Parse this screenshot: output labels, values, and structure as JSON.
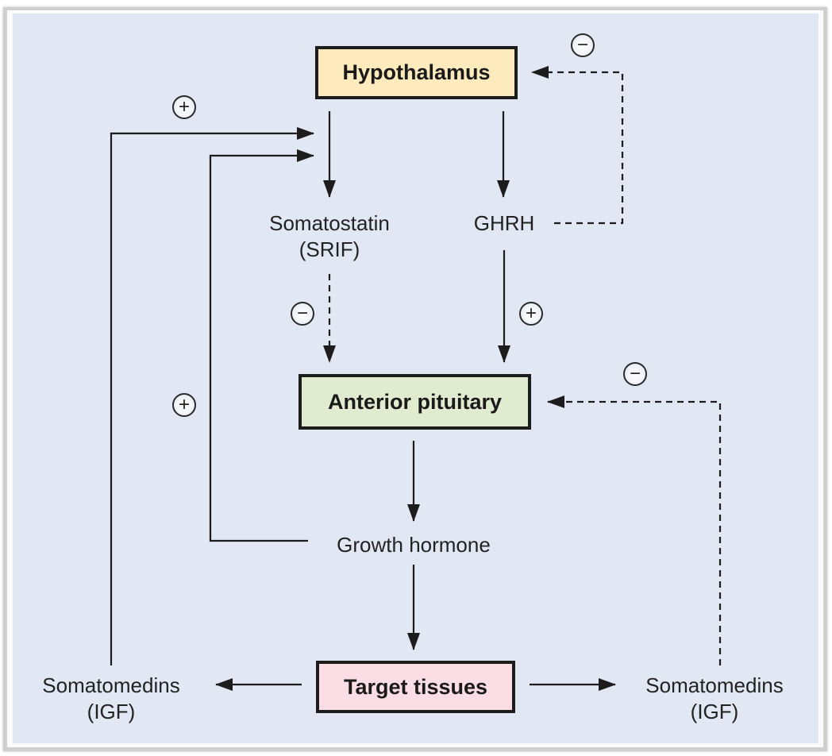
{
  "figure": {
    "background_color": "#e1e8f3",
    "line_color": "#1c1c1c"
  },
  "nodes": {
    "hypothalamus": {
      "label": "Hypothalamus",
      "fill": "#fdebbd"
    },
    "anterior_pituitary": {
      "label": "Anterior pituitary",
      "fill": "#e1ebcf"
    },
    "target_tissues": {
      "label": "Target tissues",
      "fill": "#fbdde6"
    }
  },
  "labels": {
    "somatostatin": "Somatostatin",
    "somatostatin_abbr": "(SRIF)",
    "ghrh": "GHRH",
    "growth_hormone": "Growth hormone",
    "somatomedins_left": "Somatomedins",
    "somatomedins_left_abbr": "(IGF)",
    "somatomedins_right": "Somatomedins",
    "somatomedins_right_abbr": "(IGF)"
  },
  "signs": {
    "igf_to_hypothalamus": "+",
    "ghrh_feedback": "−",
    "srif_to_pituitary": "−",
    "ghrh_to_pituitary": "+",
    "gh_to_hypothalamus": "+",
    "igf_to_pituitary": "−"
  },
  "edges": [
    {
      "from": "Hypothalamus",
      "to": "Somatostatin (SRIF)",
      "style": "solid"
    },
    {
      "from": "Hypothalamus",
      "to": "GHRH",
      "style": "solid"
    },
    {
      "from": "GHRH",
      "to": "Hypothalamus",
      "style": "dashed",
      "effect": "inhibit"
    },
    {
      "from": "Somatostatin (SRIF)",
      "to": "Anterior pituitary",
      "style": "dashed",
      "effect": "inhibit"
    },
    {
      "from": "GHRH",
      "to": "Anterior pituitary",
      "style": "solid",
      "effect": "stimulate"
    },
    {
      "from": "Anterior pituitary",
      "to": "Growth hormone",
      "style": "solid"
    },
    {
      "from": "Growth hormone",
      "to": "Target tissues",
      "style": "solid"
    },
    {
      "from": "Growth hormone",
      "to": "Somatostatin (SRIF)",
      "style": "solid",
      "effect": "stimulate"
    },
    {
      "from": "Target tissues",
      "to": "Somatomedins (IGF) left",
      "style": "solid"
    },
    {
      "from": "Target tissues",
      "to": "Somatomedins (IGF) right",
      "style": "solid"
    },
    {
      "from": "Somatomedins (IGF) left",
      "to": "Somatostatin (SRIF)",
      "style": "solid",
      "effect": "stimulate"
    },
    {
      "from": "Somatomedins (IGF) right",
      "to": "Anterior pituitary",
      "style": "dashed",
      "effect": "inhibit"
    }
  ]
}
